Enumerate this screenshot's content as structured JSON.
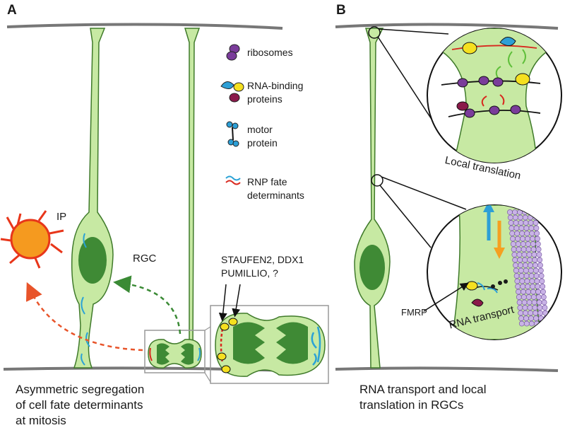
{
  "panels": {
    "a": "A",
    "b": "B"
  },
  "legend": {
    "ribosomes": "ribosomes",
    "rbp_line1": "RNA-binding",
    "rbp_line2": "proteins",
    "motor_line1": "motor",
    "motor_line2": "protein",
    "rnp_line1": "RNP fate",
    "rnp_line2": "determinants"
  },
  "labels": {
    "ip": "IP",
    "rgc": "RGC",
    "staufen_line1": "STAUFEN2, DDX1",
    "staufen_line2": "PUMILLIO, ?",
    "local_translation": "Local translation",
    "rna_transport": "RNA transport",
    "fmrp": "FMRP"
  },
  "captions": {
    "a_line1": "Asymmetric segregation",
    "a_line2": "of cell fate determinants",
    "a_line3": "at mitosis",
    "b_line1": "RNA transport and local",
    "b_line2": "translation in RGCs"
  },
  "colors": {
    "cell_fill": "#c7e9a3",
    "cell_stroke": "#3f7a2a",
    "nucleus": "#3f8a35",
    "ip_fill": "#f59a1f",
    "ip_outline": "#e8361a",
    "arrow_red": "#e8542a",
    "arrow_green": "#3a8a35",
    "ribosome": "#7a3c9a",
    "rbp_blue": "#2d9fd6",
    "rbp_yellow": "#f5e020",
    "rbp_maroon": "#8a1a4a",
    "rna_red": "#d8281e",
    "rna_blue": "#2aa2d6",
    "microtubule": "#c9b3e6"
  }
}
